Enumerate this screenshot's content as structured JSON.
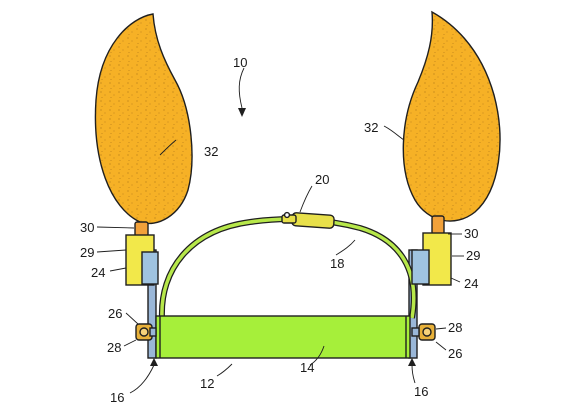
{
  "colors": {
    "flame": "#f6b126",
    "wick": "#f2a13a",
    "holder": "#f2e84a",
    "clip": "#9fc3e0",
    "band": "#a6ef3a",
    "strap": "#b7e84a",
    "buckle": "#e8e04a",
    "post": "#9ab7d8",
    "outline": "#1f1f1f"
  },
  "labels": {
    "assembly": "10",
    "headband": "12",
    "band": "14",
    "post_left": "16",
    "post_right": "16",
    "strap": "18",
    "buckle": "20",
    "holder_left": "24",
    "holder_right": "24",
    "fastener_left_top": "26",
    "fastener_right_bottom": "26",
    "fastener_left_bottom": "28",
    "fastener_right_top": "28",
    "holder_top_left": "29",
    "holder_top_right": "29",
    "wick_left": "30",
    "wick_right": "30",
    "flame_left": "32",
    "flame_right": "32"
  }
}
